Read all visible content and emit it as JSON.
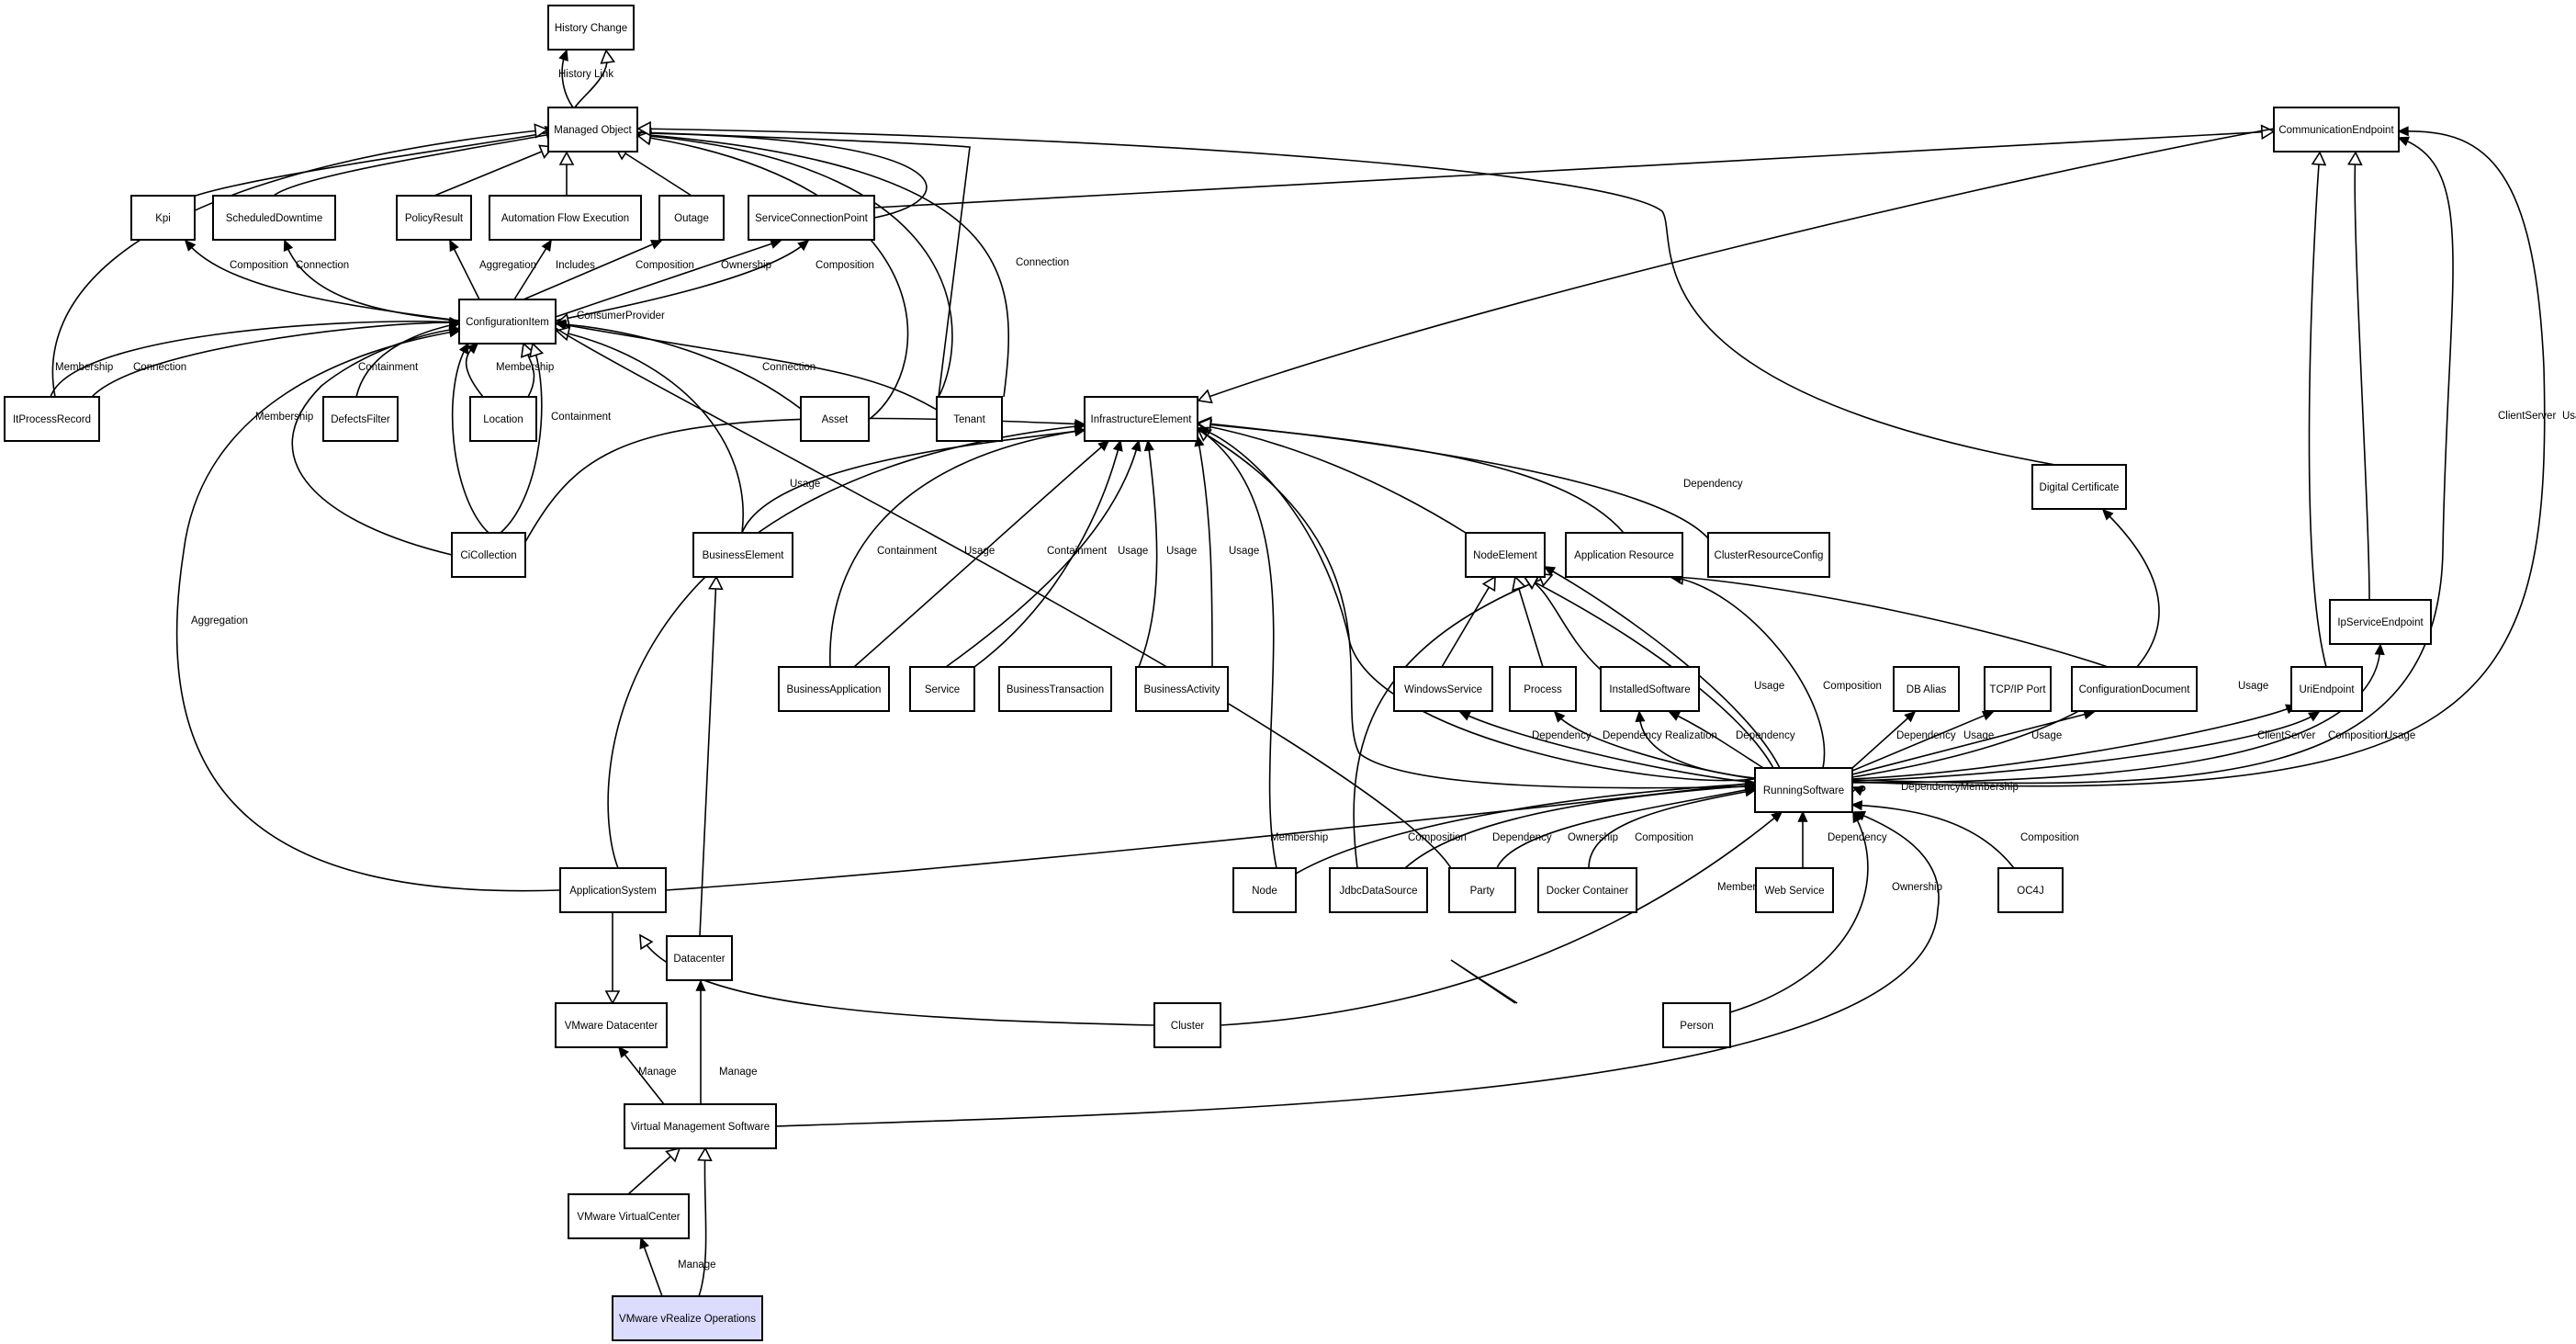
{
  "nodes": [
    {
      "id": "hc",
      "label": "History Change"
    },
    {
      "id": "mo",
      "label": "Managed Object"
    },
    {
      "id": "ce",
      "label": "CommunicationEndpoint"
    },
    {
      "id": "kpi",
      "label": "Kpi"
    },
    {
      "id": "sd",
      "label": "ScheduledDowntime"
    },
    {
      "id": "pr",
      "label": "PolicyResult"
    },
    {
      "id": "afe",
      "label": "Automation Flow Execution"
    },
    {
      "id": "out",
      "label": "Outage"
    },
    {
      "id": "scp",
      "label": "ServiceConnectionPoint"
    },
    {
      "id": "ci",
      "label": "ConfigurationItem"
    },
    {
      "id": "itp",
      "label": "ItProcessRecord"
    },
    {
      "id": "df",
      "label": "DefectsFilter"
    },
    {
      "id": "loc",
      "label": "Location"
    },
    {
      "id": "asset",
      "label": "Asset"
    },
    {
      "id": "ten",
      "label": "Tenant"
    },
    {
      "id": "ie",
      "label": "InfrastructureElement"
    },
    {
      "id": "dc",
      "label": "Digital Certificate"
    },
    {
      "id": "cic",
      "label": "CiCollection"
    },
    {
      "id": "be",
      "label": "BusinessElement"
    },
    {
      "id": "ne",
      "label": "NodeElement"
    },
    {
      "id": "ar",
      "label": "Application Resource"
    },
    {
      "id": "crc",
      "label": "ClusterResourceConfig"
    },
    {
      "id": "ipse",
      "label": "IpServiceEndpoint"
    },
    {
      "id": "ba",
      "label": "BusinessApplication"
    },
    {
      "id": "svc",
      "label": "Service"
    },
    {
      "id": "bt",
      "label": "BusinessTransaction"
    },
    {
      "id": "bact",
      "label": "BusinessActivity"
    },
    {
      "id": "ws",
      "label": "WindowsService"
    },
    {
      "id": "proc",
      "label": "Process"
    },
    {
      "id": "is",
      "label": "InstalledSoftware"
    },
    {
      "id": "dba",
      "label": "DB Alias"
    },
    {
      "id": "tcp",
      "label": "TCP/IP Port"
    },
    {
      "id": "cd",
      "label": "ConfigurationDocument"
    },
    {
      "id": "uri",
      "label": "UriEndpoint"
    },
    {
      "id": "rs",
      "label": "RunningSoftware"
    },
    {
      "id": "as",
      "label": "ApplicationSystem"
    },
    {
      "id": "node",
      "label": "Node"
    },
    {
      "id": "jds",
      "label": "JdbcDataSource"
    },
    {
      "id": "party",
      "label": "Party"
    },
    {
      "id": "dock",
      "label": "Docker Container"
    },
    {
      "id": "wsvc",
      "label": "Web Service"
    },
    {
      "id": "oc4j",
      "label": "OC4J"
    },
    {
      "id": "dctr",
      "label": "Datacenter"
    },
    {
      "id": "vdc",
      "label": "VMware Datacenter"
    },
    {
      "id": "clu",
      "label": "Cluster"
    },
    {
      "id": "per",
      "label": "Person"
    },
    {
      "id": "vms",
      "label": "Virtual Management Software"
    },
    {
      "id": "vvc",
      "label": "VMware VirtualCenter"
    },
    {
      "id": "vro",
      "label": "VMware vRealize Operations"
    }
  ],
  "edges": [
    {
      "id": "e01",
      "label": "History Link"
    },
    {
      "id": "e02",
      "label": ""
    },
    {
      "id": "e03",
      "label": ""
    },
    {
      "id": "e04",
      "label": ""
    },
    {
      "id": "e05",
      "label": ""
    },
    {
      "id": "e06",
      "label": ""
    },
    {
      "id": "e07",
      "label": ""
    },
    {
      "id": "e08",
      "label": ""
    },
    {
      "id": "e09",
      "label": ""
    },
    {
      "id": "e10",
      "label": ""
    },
    {
      "id": "e11",
      "label": ""
    },
    {
      "id": "e12",
      "label": ""
    },
    {
      "id": "e13",
      "label": ""
    },
    {
      "id": "e14",
      "label": "Connection"
    },
    {
      "id": "e15",
      "label": ""
    },
    {
      "id": "e16",
      "label": ""
    },
    {
      "id": "e17",
      "label": "Composition"
    },
    {
      "id": "e18",
      "label": "Connection"
    },
    {
      "id": "e19",
      "label": "Aggregation"
    },
    {
      "id": "e20",
      "label": "Includes"
    },
    {
      "id": "e21",
      "label": "Composition"
    },
    {
      "id": "e22",
      "label": "Ownership"
    },
    {
      "id": "e23",
      "label": "Composition"
    },
    {
      "id": "e24",
      "label": "ConsumerProvider"
    },
    {
      "id": "e25",
      "label": "Membership"
    },
    {
      "id": "e26",
      "label": "Connection"
    },
    {
      "id": "e27",
      "label": "Containment"
    },
    {
      "id": "e28",
      "label": "Membership"
    },
    {
      "id": "e29",
      "label": "Connection"
    },
    {
      "id": "e30",
      "label": "Connection"
    },
    {
      "id": "e31",
      "label": "Membership"
    },
    {
      "id": "e32",
      "label": ""
    },
    {
      "id": "e33",
      "label": "Containment"
    },
    {
      "id": "e34",
      "label": ""
    },
    {
      "id": "e35",
      "label": "Usage"
    },
    {
      "id": "e36",
      "label": "Aggregation"
    },
    {
      "id": "e37",
      "label": ""
    },
    {
      "id": "e38",
      "label": ""
    },
    {
      "id": "e39",
      "label": "Usage"
    },
    {
      "id": "e40",
      "label": "Containment"
    },
    {
      "id": "e41",
      "label": "Usage"
    },
    {
      "id": "e42",
      "label": "Containment"
    },
    {
      "id": "e43",
      "label": "Usage"
    },
    {
      "id": "e44",
      "label": "Usage"
    },
    {
      "id": "e45",
      "label": "Usage"
    },
    {
      "id": "e46",
      "label": ""
    },
    {
      "id": "e47",
      "label": ""
    },
    {
      "id": "e48",
      "label": "Dependency"
    },
    {
      "id": "e49",
      "label": ""
    },
    {
      "id": "e50",
      "label": ""
    },
    {
      "id": "e51",
      "label": ""
    },
    {
      "id": "e52",
      "label": ""
    },
    {
      "id": "e53",
      "label": ""
    },
    {
      "id": "e54",
      "label": ""
    },
    {
      "id": "e55",
      "label": ""
    },
    {
      "id": "e56",
      "label": ""
    },
    {
      "id": "e57",
      "label": ""
    },
    {
      "id": "e58",
      "label": ""
    },
    {
      "id": "e59",
      "label": ""
    },
    {
      "id": "e60",
      "label": ""
    },
    {
      "id": "e61",
      "label": "Usage"
    },
    {
      "id": "e62",
      "label": "Composition"
    },
    {
      "id": "e63",
      "label": "Dependency"
    },
    {
      "id": "e64",
      "label": "Dependency"
    },
    {
      "id": "e65",
      "label": "Realization"
    },
    {
      "id": "e66",
      "label": "Dependency"
    },
    {
      "id": "e67",
      "label": "Dependency"
    },
    {
      "id": "e68",
      "label": "Usage"
    },
    {
      "id": "e69",
      "label": "Usage"
    },
    {
      "id": "e70",
      "label": "ClientServer"
    },
    {
      "id": "e71",
      "label": "Composition"
    },
    {
      "id": "e72",
      "label": "Usage"
    },
    {
      "id": "e73",
      "label": "Usage"
    },
    {
      "id": "e74",
      "label": "ClientServer"
    },
    {
      "id": "e75",
      "label": "Usage"
    },
    {
      "id": "e76",
      "label": "DependencyMembership"
    },
    {
      "id": "e77",
      "label": "Membership"
    },
    {
      "id": "e78",
      "label": "Composition"
    },
    {
      "id": "e79",
      "label": "Dependency"
    },
    {
      "id": "e80",
      "label": "Ownership"
    },
    {
      "id": "e81",
      "label": "Composition"
    },
    {
      "id": "e82",
      "label": "Dependency"
    },
    {
      "id": "e83",
      "label": "Composition"
    },
    {
      "id": "e84",
      "label": "Membership"
    },
    {
      "id": "e85",
      "label": "Ownership"
    },
    {
      "id": "e86",
      "label": ""
    },
    {
      "id": "e87",
      "label": ""
    },
    {
      "id": "e88",
      "label": ""
    },
    {
      "id": "e89",
      "label": "Manage"
    },
    {
      "id": "e90",
      "label": "Manage"
    },
    {
      "id": "e91",
      "label": ""
    },
    {
      "id": "e92",
      "label": ""
    },
    {
      "id": "e93",
      "label": "Manage"
    },
    {
      "id": "e94",
      "label": ""
    },
    {
      "id": "e95",
      "label": ""
    }
  ]
}
